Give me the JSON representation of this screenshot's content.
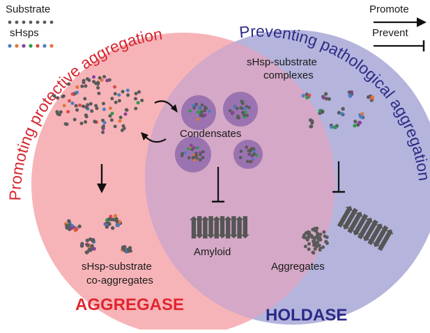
{
  "colors": {
    "aggregase_circle": "#f7b4b8",
    "holdase_circle": "#b4b4dd",
    "overlap": "#d7a9c4",
    "droplet": "#9a73b0",
    "substrate_dot": "#5a5a5a",
    "aggregase_text": "#e0262f",
    "holdase_text": "#2c2a86",
    "sHsp_palette": [
      "#4a7fc1",
      "#e0773a",
      "#8a3f9a",
      "#2f9a4c",
      "#d94a4a"
    ]
  },
  "legend": {
    "substrate": "Substrate",
    "shsps": "sHsps",
    "promote": "Promote",
    "prevent": "Prevent"
  },
  "titles": {
    "left_arc": "Promoting protective aggregation",
    "right_arc": "Preventing pathological aggregation",
    "aggregase": "AGGREGASE",
    "holdase": "HOLDASE"
  },
  "labels": {
    "complexes_line1": "sHsp-substrate",
    "complexes_line2": "complexes",
    "condensates": "Condensates",
    "amyloid": "Amyloid",
    "aggregates": "Aggregates",
    "coagg_line1": "sHsp-substrate",
    "coagg_line2": "co-aggregates"
  },
  "icons": {
    "promote_arrow": "arrow-right-icon",
    "prevent_bar": "inhibition-bar-icon",
    "cycle_arrows": "curved-arrows-icon",
    "amyloid_fibril": "beta-sheet-arrows-icon"
  }
}
